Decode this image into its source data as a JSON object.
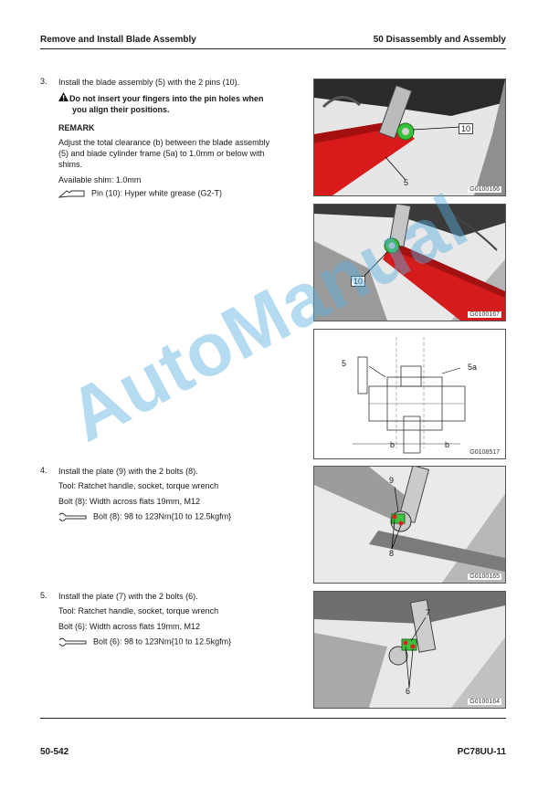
{
  "header": {
    "left": "Remove and Install Blade Assembly",
    "right": "50 Disassembly and Assembly"
  },
  "steps": [
    {
      "number": "3.",
      "lines": [
        "Install the blade assembly (5) with the 2 pins (10)."
      ],
      "warning": [
        "Do not insert your fingers into the pin holes when",
        "you align their positions."
      ],
      "remark_title": "REMARK",
      "remark": [
        "Adjust the total clearance (b) between the blade assembly",
        "(5) and blade cylinder frame (5a) to 1.0mm or below with",
        "shims."
      ],
      "extra": "Available shim: 1.0mm",
      "icon": "grease-gun-icon",
      "icon_text": "Pin (10): Hyper white grease (G2-T)"
    },
    {
      "number": "4.",
      "lines": [
        "Install the plate (9) with the 2 bolts (8).",
        "Tool: Ratchet handle, socket, torque wrench",
        "Bolt (8): Width across flats 19mm, M12"
      ],
      "icon": "torque-wrench-icon",
      "icon_text": "Bolt (8): 98 to 123Nm{10 to 12.5kgfm}"
    },
    {
      "number": "5.",
      "lines": [
        "Install the plate (7) with the 2 bolts (6).",
        "Tool: Ratchet handle, socket, torque wrench",
        "Bolt (6): Width across flats 19mm, M12"
      ],
      "icon": "torque-wrench-icon",
      "icon_text": "Bolt (6): 98 to 123Nm{10 to 12.5kgfm}"
    }
  ],
  "figures": [
    {
      "code": "G0100166",
      "callouts": [
        "10",
        "5"
      ]
    },
    {
      "code": "G0100167",
      "callouts": [
        "10"
      ]
    },
    {
      "code": "G0108517",
      "callouts": [
        "5",
        "5a",
        "b",
        "b"
      ]
    },
    {
      "code": "G0100165",
      "callouts": [
        "9",
        "8"
      ]
    },
    {
      "code": "G0100164",
      "callouts": [
        "7",
        "6"
      ]
    }
  ],
  "watermark": "AutoManual",
  "footer": {
    "left": "50-542",
    "right": "PC78UU-11"
  }
}
